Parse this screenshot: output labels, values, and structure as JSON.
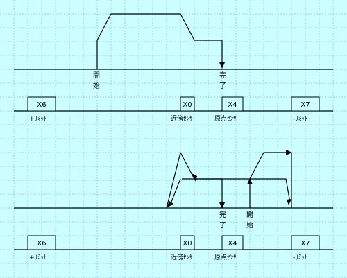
{
  "top": {
    "start_label": [
      "開",
      "始"
    ],
    "finish_label": [
      "完",
      "了"
    ],
    "sensors": [
      {
        "box": "X6",
        "label": "+ﾘﾐｯﾄ"
      },
      {
        "box": "X0",
        "label": "近傍ｾﾝｻ"
      },
      {
        "box": "X4",
        "label": "原点ｾﾝｻ"
      },
      {
        "box": "X7",
        "label": "-ﾘﾐｯﾄ"
      }
    ]
  },
  "bottom": {
    "finish_label": [
      "完",
      "了"
    ],
    "start_label": [
      "開",
      "始"
    ],
    "sensors": [
      {
        "box": "X6",
        "label": "+ﾘﾐｯﾄ"
      },
      {
        "box": "X0",
        "label": "近傍ｾﾝｻ"
      },
      {
        "box": "X4",
        "label": "原点ｾﾝｻ"
      },
      {
        "box": "X7",
        "label": "-ﾘﾐｯﾄ"
      }
    ]
  }
}
